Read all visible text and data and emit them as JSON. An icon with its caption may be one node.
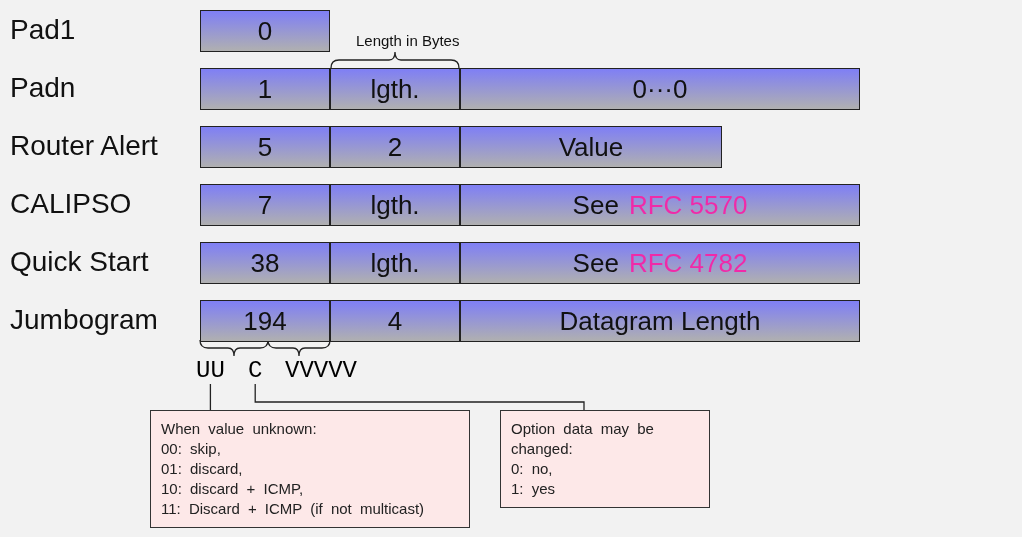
{
  "diagram": {
    "nodes": [
      {
        "text": [
          "0"
        ]
      },
      {
        "text": [
          "1"
        ]
      },
      {
        "text": [
          "lgth."
        ]
      },
      {
        "text": [
          "0···0"
        ]
      },
      {
        "text": [
          "5"
        ]
      },
      {
        "text": [
          "2"
        ]
      },
      {
        "text": [
          "Value"
        ]
      },
      {
        "text": [
          "7"
        ]
      },
      {
        "text": [
          "lgth."
        ]
      },
      {
        "text": [
          "See",
          "RFC 5570"
        ]
      },
      {
        "text": [
          "38"
        ]
      },
      {
        "text": [
          "lgth."
        ]
      },
      {
        "text": [
          "See",
          "RFC 4782"
        ]
      },
      {
        "text": [
          "194"
        ]
      },
      {
        "text": [
          "4"
        ]
      },
      {
        "text": [
          "Datagram Length"
        ]
      },
      {
        "text": [
          "When value unknown:",
          "00: skip,",
          "01: discard,",
          "10: discard + ICMP,",
          "11: Discard + ICMP (if not multicast)"
        ]
      },
      {
        "text": [
          "Option data may be changed:",
          "0: no,",
          "1: yes"
        ]
      },
      {
        "text": [
          "UU"
        ]
      },
      {
        "text": [
          "C"
        ]
      }
    ],
    "edges": [
      {
        "from": 16,
        "to": 18,
        "arrow": "none"
      },
      {
        "from": 17,
        "to": 19,
        "arrow": "none"
      }
    ],
    "labels": [
      "Pad1",
      "Length in Bytes",
      "Padn",
      "Router Alert",
      "CALIPSO",
      "Quick Start",
      "Jumbogram",
      "VVVVV"
    ]
  }
}
